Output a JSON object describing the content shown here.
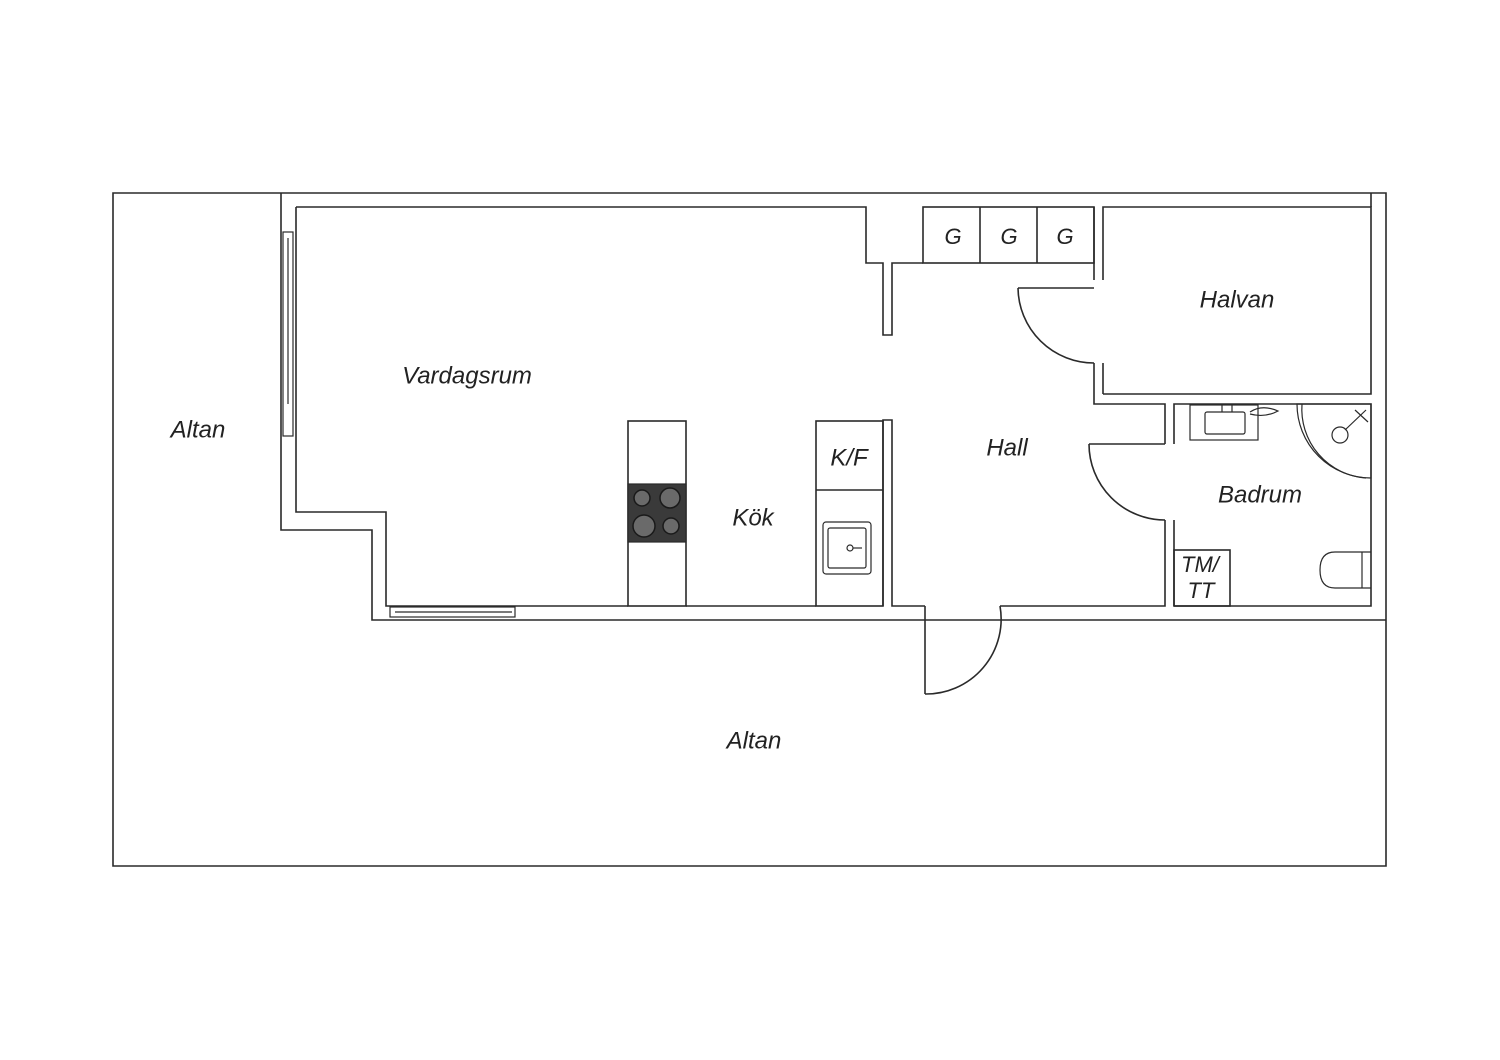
{
  "labels": {
    "altan_west": "Altan",
    "altan_south": "Altan",
    "vardagsrum": "Vardagsrum",
    "kok": "Kök",
    "kf": "K/F",
    "hall": "Hall",
    "halvan": "Halvan",
    "badrum": "Badrum",
    "tm_line1": "TM/",
    "tm_line2": "TT",
    "g1": "G",
    "g2": "G",
    "g3": "G"
  },
  "colors": {
    "line": "#2a2a2a",
    "stove": "#3a3a3a",
    "background": "#ffffff"
  }
}
